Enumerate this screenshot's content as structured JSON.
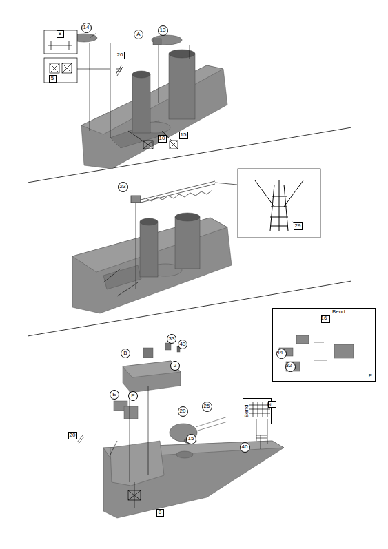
{
  "diagram": {
    "nodes": [
      {
        "text": [
          "14"
        ]
      },
      {
        "text": [
          "A"
        ]
      },
      {
        "text": [
          "13"
        ]
      },
      {
        "text": [
          "8"
        ]
      },
      {
        "text": [
          "20"
        ]
      },
      {
        "text": [
          "5"
        ]
      },
      {
        "text": [
          "10"
        ]
      },
      {
        "text": [
          "15"
        ]
      },
      {
        "text": [
          "23"
        ]
      },
      {
        "text": [
          "29"
        ]
      },
      {
        "text": [
          "B"
        ]
      },
      {
        "text": [
          "33"
        ]
      },
      {
        "text": [
          "43"
        ]
      },
      {
        "text": [
          "2"
        ]
      },
      {
        "text": [
          "E"
        ]
      },
      {
        "text": [
          "16"
        ],
        "in": 14
      },
      {
        "text": [
          "44"
        ],
        "in": 14
      },
      {
        "text": [
          "32"
        ],
        "in": 14
      },
      {
        "text": [
          "E"
        ]
      },
      {
        "text": [
          "E"
        ]
      },
      {
        "text": [
          "20"
        ]
      },
      {
        "text": [
          "25"
        ]
      },
      {
        "text": [
          "20"
        ]
      },
      {
        "text": [
          "15"
        ]
      },
      {
        "text": [
          "40"
        ]
      },
      {
        "text": [
          "Bend"
        ]
      },
      {
        "text": [
          "2"
        ],
        "in": 25
      },
      {
        "text": [
          "8"
        ]
      }
    ],
    "labels": [
      "Bend"
    ]
  }
}
